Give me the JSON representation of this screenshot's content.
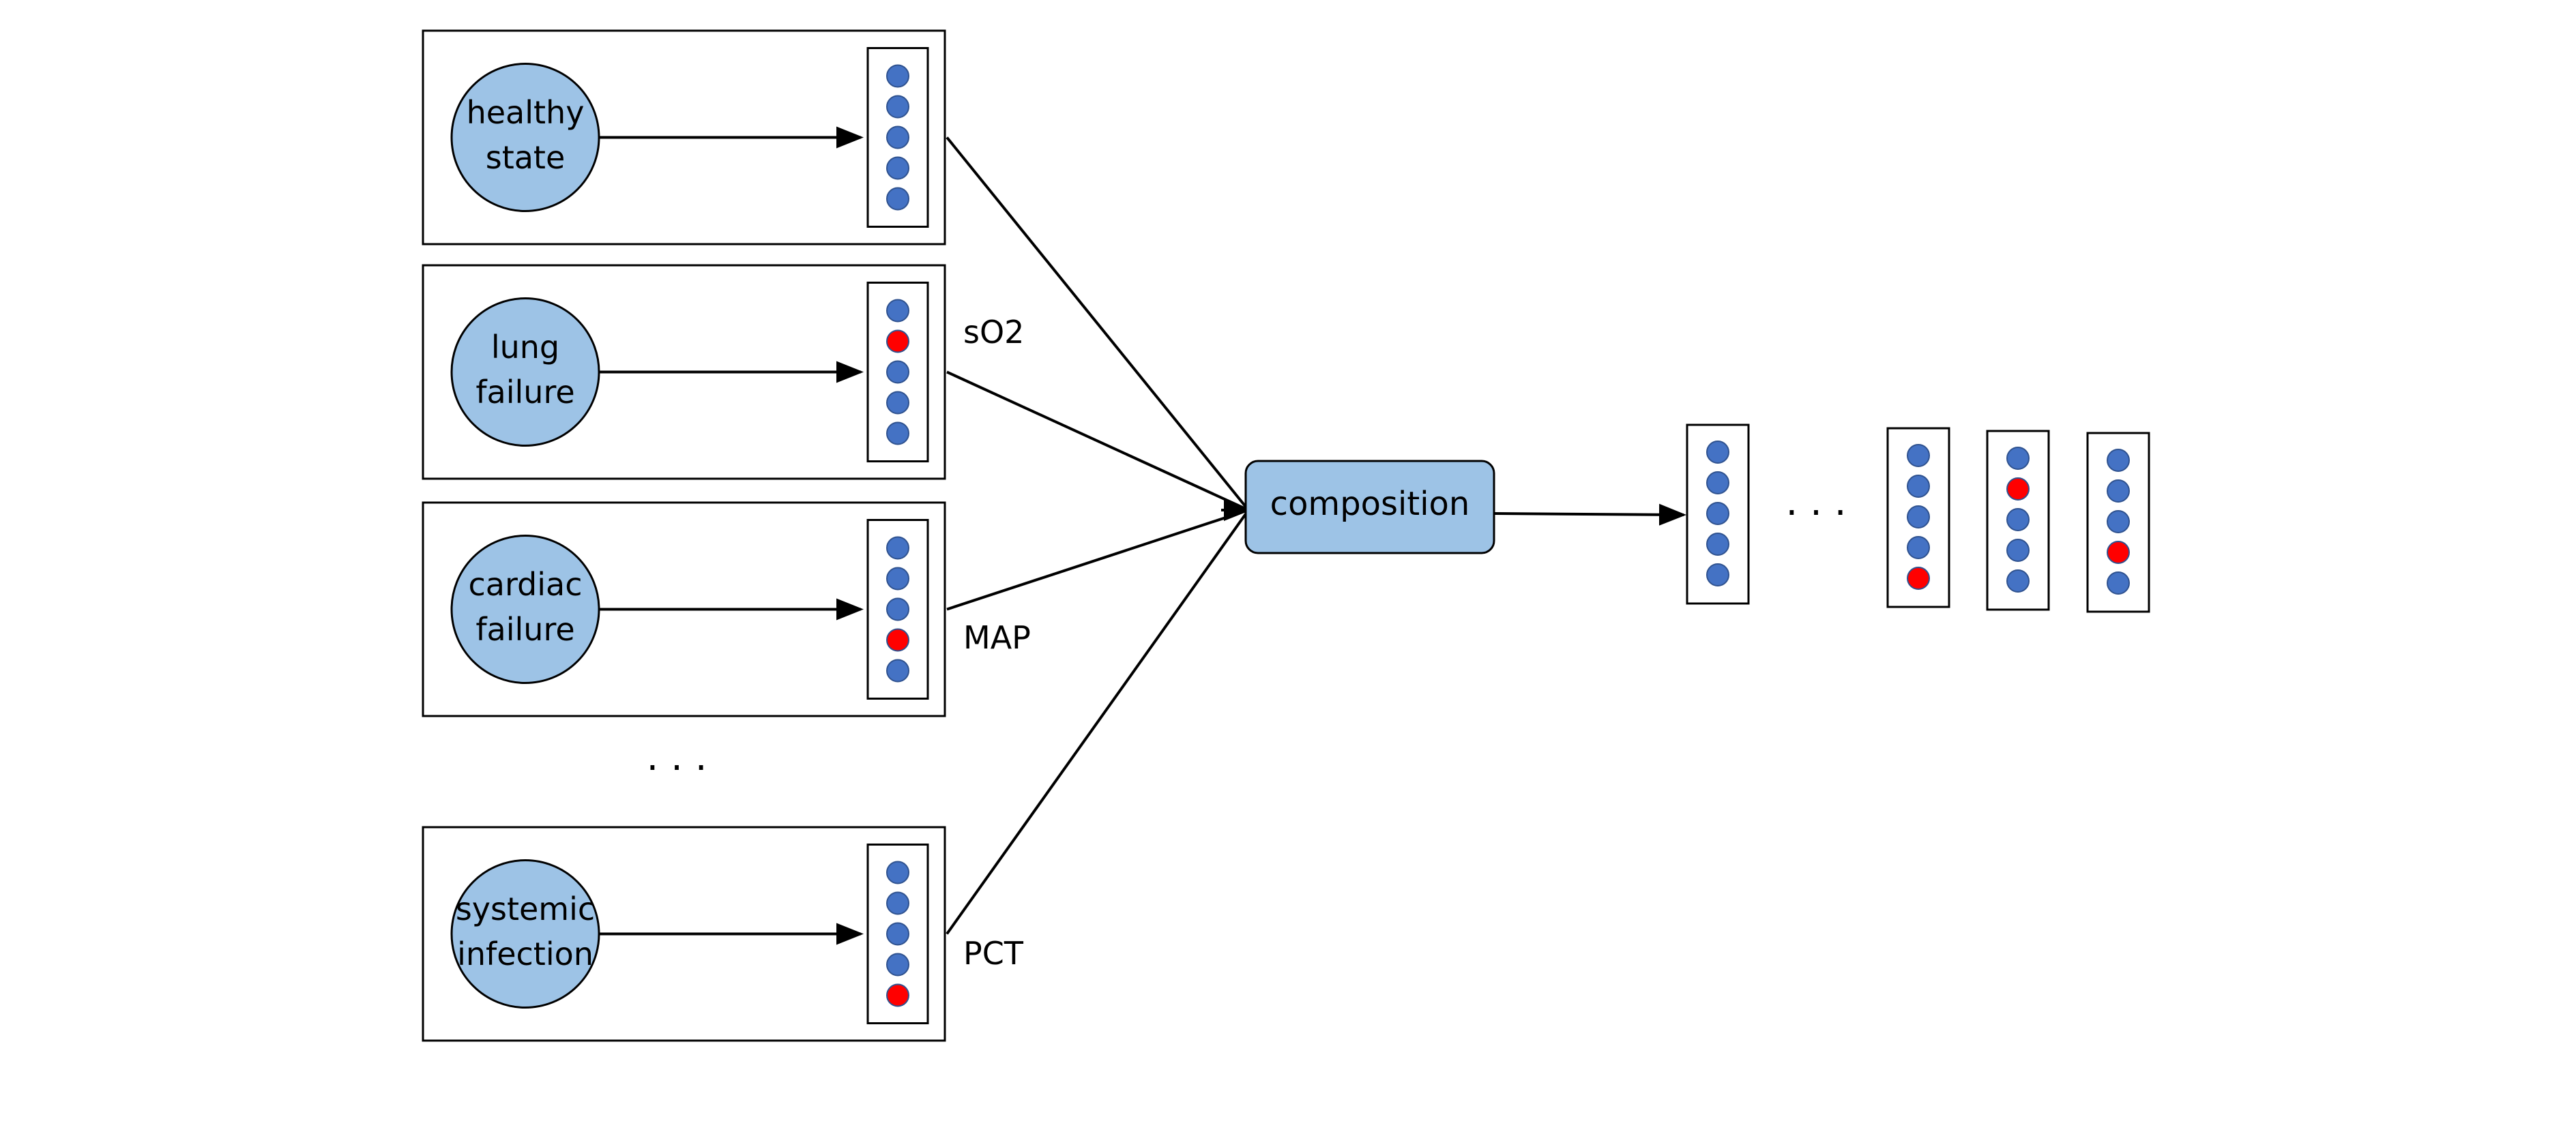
{
  "colors": {
    "node_fill": "#9dc3e6",
    "dot_normal": "#4472c4",
    "dot_abnormal": "#ff0000",
    "stroke": "#000000"
  },
  "states": [
    {
      "label_lines": [
        "healthy",
        "state"
      ],
      "dots": [
        "normal",
        "normal",
        "normal",
        "normal",
        "normal"
      ],
      "variable_label": ""
    },
    {
      "label_lines": [
        "lung",
        "failure"
      ],
      "dots": [
        "normal",
        "abnormal",
        "normal",
        "normal",
        "normal"
      ],
      "variable_label": "sO2"
    },
    {
      "label_lines": [
        "cardiac",
        "failure"
      ],
      "dots": [
        "normal",
        "normal",
        "normal",
        "abnormal",
        "normal"
      ],
      "variable_label": "MAP"
    },
    {
      "label_lines": [
        "systemic",
        "infection"
      ],
      "dots": [
        "normal",
        "normal",
        "normal",
        "normal",
        "abnormal"
      ],
      "variable_label": "PCT"
    }
  ],
  "ellipsis_states": "· · ·",
  "composition": {
    "label": "composition"
  },
  "ellipsis_outputs": "· · ·",
  "outputs": [
    {
      "dots": [
        "normal",
        "normal",
        "normal",
        "normal",
        "normal"
      ]
    },
    {
      "dots": [
        "normal",
        "normal",
        "normal",
        "normal",
        "abnormal"
      ]
    },
    {
      "dots": [
        "normal",
        "abnormal",
        "normal",
        "normal",
        "normal"
      ]
    },
    {
      "dots": [
        "normal",
        "normal",
        "normal",
        "abnormal",
        "normal"
      ]
    }
  ]
}
